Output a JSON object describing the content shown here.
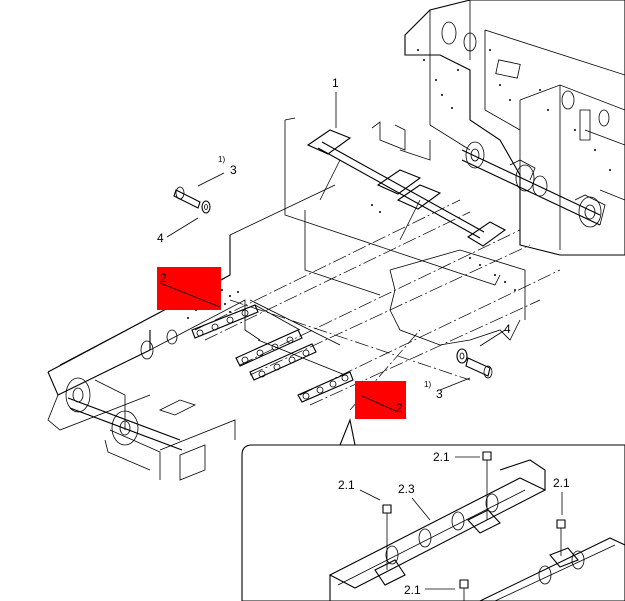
{
  "colors": {
    "highlight": "#ff0000",
    "line": "#000000",
    "background": "#ffffff"
  },
  "callouts": {
    "c1": "1",
    "c2_left": "2",
    "c2_right": "2",
    "c3_top": "3",
    "c3_top_note": "1)",
    "c3_bottom": "3",
    "c3_bottom_note": "1)",
    "c4_top": "4",
    "c4_bottom": "4"
  },
  "detail": {
    "c21_top": "2.1",
    "c21_left": "2.1",
    "c21_right": "2.1",
    "c21_bottom": "2.1",
    "c23": "2.3"
  }
}
